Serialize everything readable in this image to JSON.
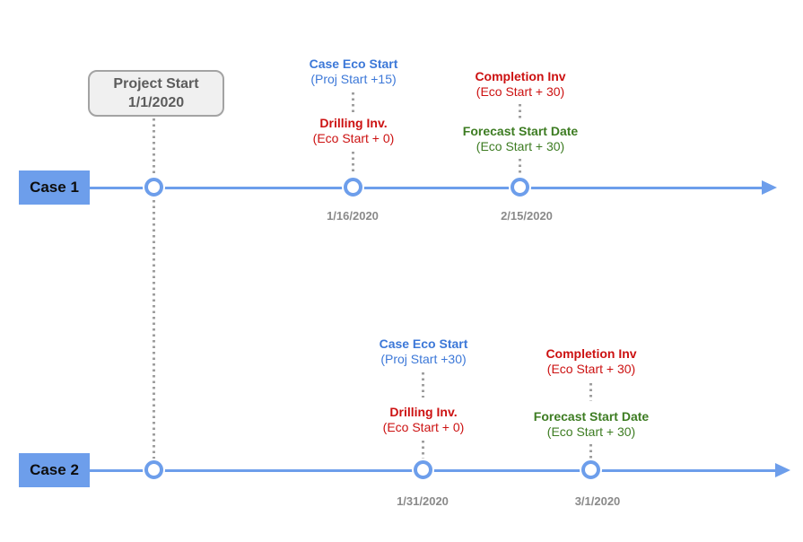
{
  "colors": {
    "accent_blue": "#6d9eeb",
    "text_blue": "#3c78d8",
    "text_red": "#cc1111",
    "text_green": "#3d7c22",
    "date_gray": "#8a8a8a",
    "box_gray_fill": "#f0f0f0",
    "box_gray_border": "#a3a3a3",
    "dotted_gray": "#9e9e9e"
  },
  "project_start": {
    "line1": "Project Start",
    "line2": "1/1/2020"
  },
  "cases": [
    {
      "label": "Case 1",
      "events": [
        {
          "title": "Case Eco Start",
          "offset": "(Proj Start +15)",
          "color": "blue"
        },
        {
          "title": "Drilling Inv.",
          "offset": "(Eco Start + 0)",
          "color": "red"
        },
        {
          "title": "Completion Inv",
          "offset": "(Eco Start + 30)",
          "color": "red"
        },
        {
          "title": "Forecast Start Date",
          "offset": "(Eco Start + 30)",
          "color": "green"
        }
      ],
      "dates": [
        "1/16/2020",
        "2/15/2020"
      ]
    },
    {
      "label": "Case 2",
      "events": [
        {
          "title": "Case Eco Start",
          "offset": "(Proj Start +30)",
          "color": "blue"
        },
        {
          "title": "Drilling Inv.",
          "offset": "(Eco Start + 0)",
          "color": "red"
        },
        {
          "title": "Completion Inv",
          "offset": "(Eco Start + 30)",
          "color": "red"
        },
        {
          "title": "Forecast Start Date",
          "offset": "(Eco Start + 30)",
          "color": "green"
        }
      ],
      "dates": [
        "1/31/2020",
        "3/1/2020"
      ]
    }
  ]
}
